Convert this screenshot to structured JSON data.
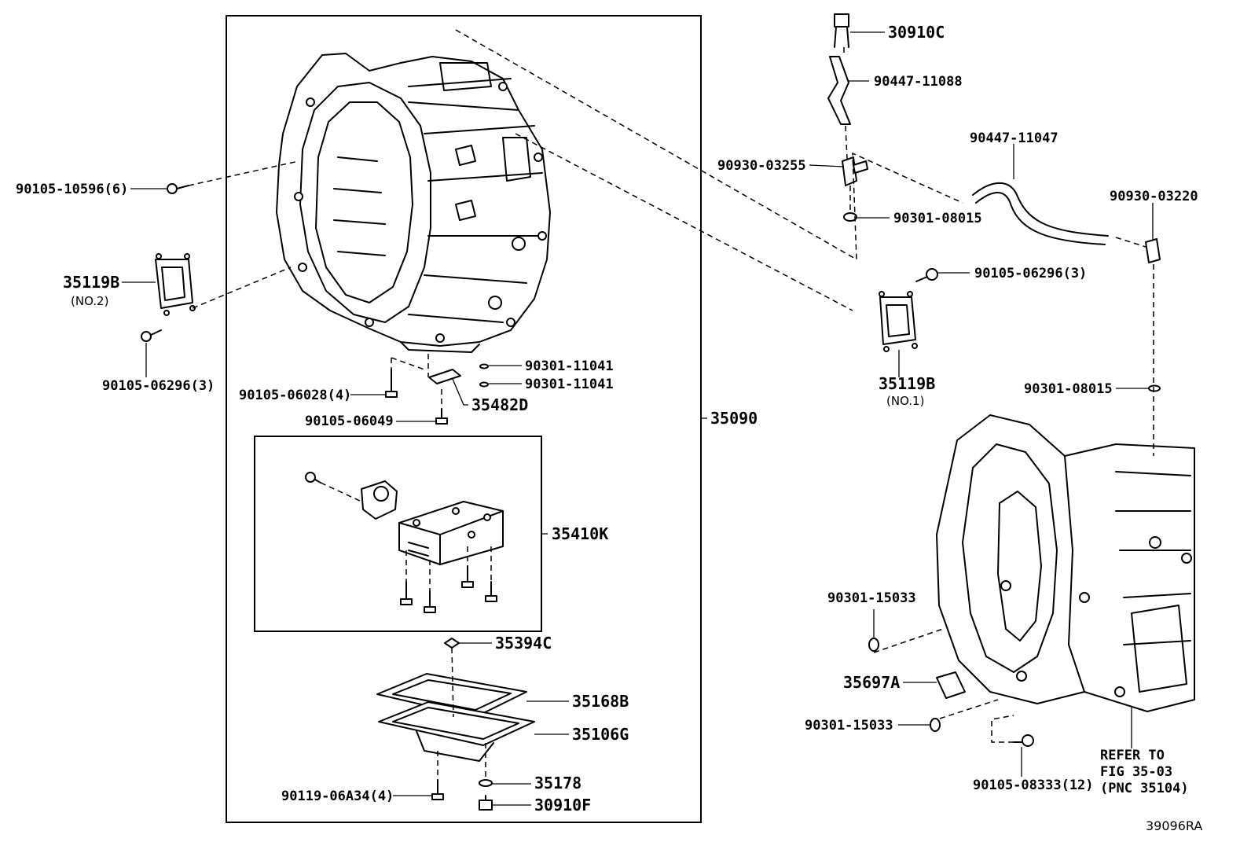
{
  "labels": {
    "p30910C": "30910C",
    "p90447_11088": "90447-11088",
    "p90447_11047": "90447-11047",
    "p90930_03255": "90930-03255",
    "p90301_08015_a": "90301-08015",
    "p90930_03220": "90930-03220",
    "p90105_10596": "90105-10596(6)",
    "p35119B_no2": "35119B",
    "no2": "(NO.2)",
    "p90105_06296_left": "90105-06296(3)",
    "p90105_06296_right": "90105-06296(3)",
    "p35119B_no1": "35119B",
    "no1": "(NO.1)",
    "p90301_08015_b": "90301-08015",
    "p90301_11041_a": "90301-11041",
    "p90301_11041_b": "90301-11041",
    "p90105_06028": "90105-06028(4)",
    "p35482D": "35482D",
    "p90105_06049": "90105-06049",
    "p35090": "35090",
    "p35410K": "35410K",
    "p35394C": "35394C",
    "p35168B": "35168B",
    "p35106G": "35106G",
    "p35178": "35178",
    "p30910F": "30910F",
    "p90119_06A34": "90119-06A34(4)",
    "p90301_15033_a": "90301-15033",
    "p35697A": "35697A",
    "p90301_15033_b": "90301-15033",
    "p90105_08333": "90105-08333(12)",
    "refer1": "REFER TO",
    "refer2": "FIG 35-03",
    "refer3": "(PNC 35104)",
    "figure_code": "39096RA"
  }
}
